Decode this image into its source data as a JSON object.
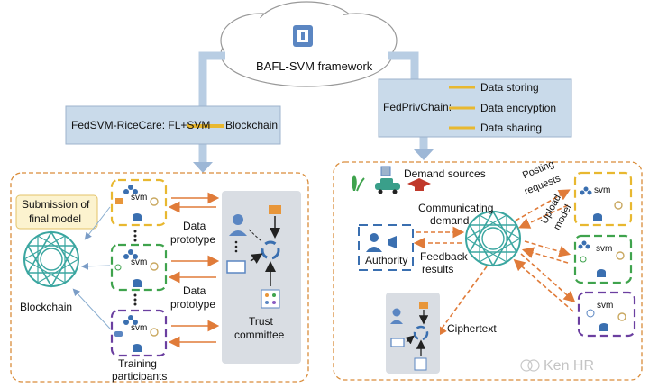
{
  "framework": {
    "title": "BAFL-SVM framework"
  },
  "left_panel": {
    "header": "FedSVM-RiceCare: FL+SVM",
    "header_target": "Blockchain",
    "submission_label_1": "Submission of",
    "submission_label_2": "final model",
    "blockchain_label": "Blockchain",
    "data_prototype_1_line1": "Data",
    "data_prototype_1_line2": "prototype",
    "data_prototype_2_line1": "Data",
    "data_prototype_2_line2": "prototype",
    "trust_committee_line1": "Trust",
    "trust_committee_line2": "committee",
    "training_participants_line1": "Training",
    "training_participants_line2": "participants",
    "svm_labels": [
      "svm",
      "svm",
      "svm"
    ]
  },
  "right_panel": {
    "header": "FedPrivChain:",
    "items": [
      "Data storing",
      "Data encryption",
      "Data sharing"
    ],
    "demand_sources": "Demand sources",
    "communicating_line1": "Communicating",
    "communicating_line2": "demand",
    "feedback_line1": "Feedback",
    "feedback_line2": "results",
    "authority": "Authority",
    "posting_line1": "Posting",
    "posting_line2": "requests",
    "upload_line1": "Upload",
    "upload_line2": "model",
    "ciphertext": "Ciphertext",
    "svm_labels": [
      "svm",
      "svm",
      "svm"
    ]
  },
  "watermark": "Ken HR",
  "colors": {
    "arrow_orange": "#e07b39",
    "box_blue": "#c9daea",
    "dashed_orange": "#d98c3a",
    "yellow": "#e8b830",
    "green": "#3fa34d",
    "purple": "#6b3fa0",
    "teal": "#3aa6a0",
    "gray_panel": "#d9dde3"
  }
}
